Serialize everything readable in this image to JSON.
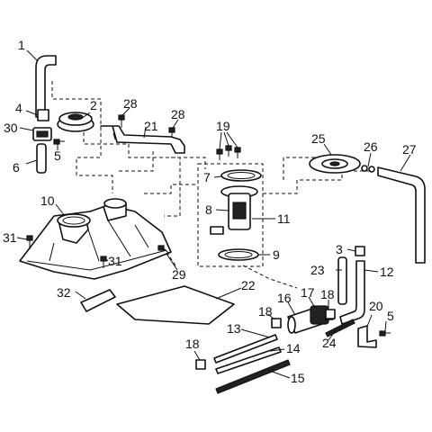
{
  "callouts": [
    {
      "id": "c1",
      "text": "1"
    },
    {
      "id": "c2",
      "text": "2"
    },
    {
      "id": "c3",
      "text": "3"
    },
    {
      "id": "c4",
      "text": "4"
    },
    {
      "id": "c5a",
      "text": "5"
    },
    {
      "id": "c5b",
      "text": "5"
    },
    {
      "id": "c6",
      "text": "6"
    },
    {
      "id": "c7",
      "text": "7"
    },
    {
      "id": "c8",
      "text": "8"
    },
    {
      "id": "c9",
      "text": "9"
    },
    {
      "id": "c10",
      "text": "10"
    },
    {
      "id": "c11",
      "text": "11"
    },
    {
      "id": "c12",
      "text": "12"
    },
    {
      "id": "c13",
      "text": "13"
    },
    {
      "id": "c14",
      "text": "14"
    },
    {
      "id": "c15",
      "text": "15"
    },
    {
      "id": "c16",
      "text": "16"
    },
    {
      "id": "c17",
      "text": "17"
    },
    {
      "id": "c18a",
      "text": "18"
    },
    {
      "id": "c18b",
      "text": "18"
    },
    {
      "id": "c18c",
      "text": "18"
    },
    {
      "id": "c19",
      "text": "19"
    },
    {
      "id": "c20",
      "text": "20"
    },
    {
      "id": "c21",
      "text": "21"
    },
    {
      "id": "c22",
      "text": "22"
    },
    {
      "id": "c23",
      "text": "23"
    },
    {
      "id": "c24",
      "text": "24"
    },
    {
      "id": "c25",
      "text": "25"
    },
    {
      "id": "c26",
      "text": "26"
    },
    {
      "id": "c27",
      "text": "27"
    },
    {
      "id": "c28a",
      "text": "28"
    },
    {
      "id": "c28b",
      "text": "28"
    },
    {
      "id": "c29",
      "text": "29"
    },
    {
      "id": "c30",
      "text": "30"
    },
    {
      "id": "c31a",
      "text": "31"
    },
    {
      "id": "c31b",
      "text": "31"
    },
    {
      "id": "c32",
      "text": "32"
    }
  ]
}
